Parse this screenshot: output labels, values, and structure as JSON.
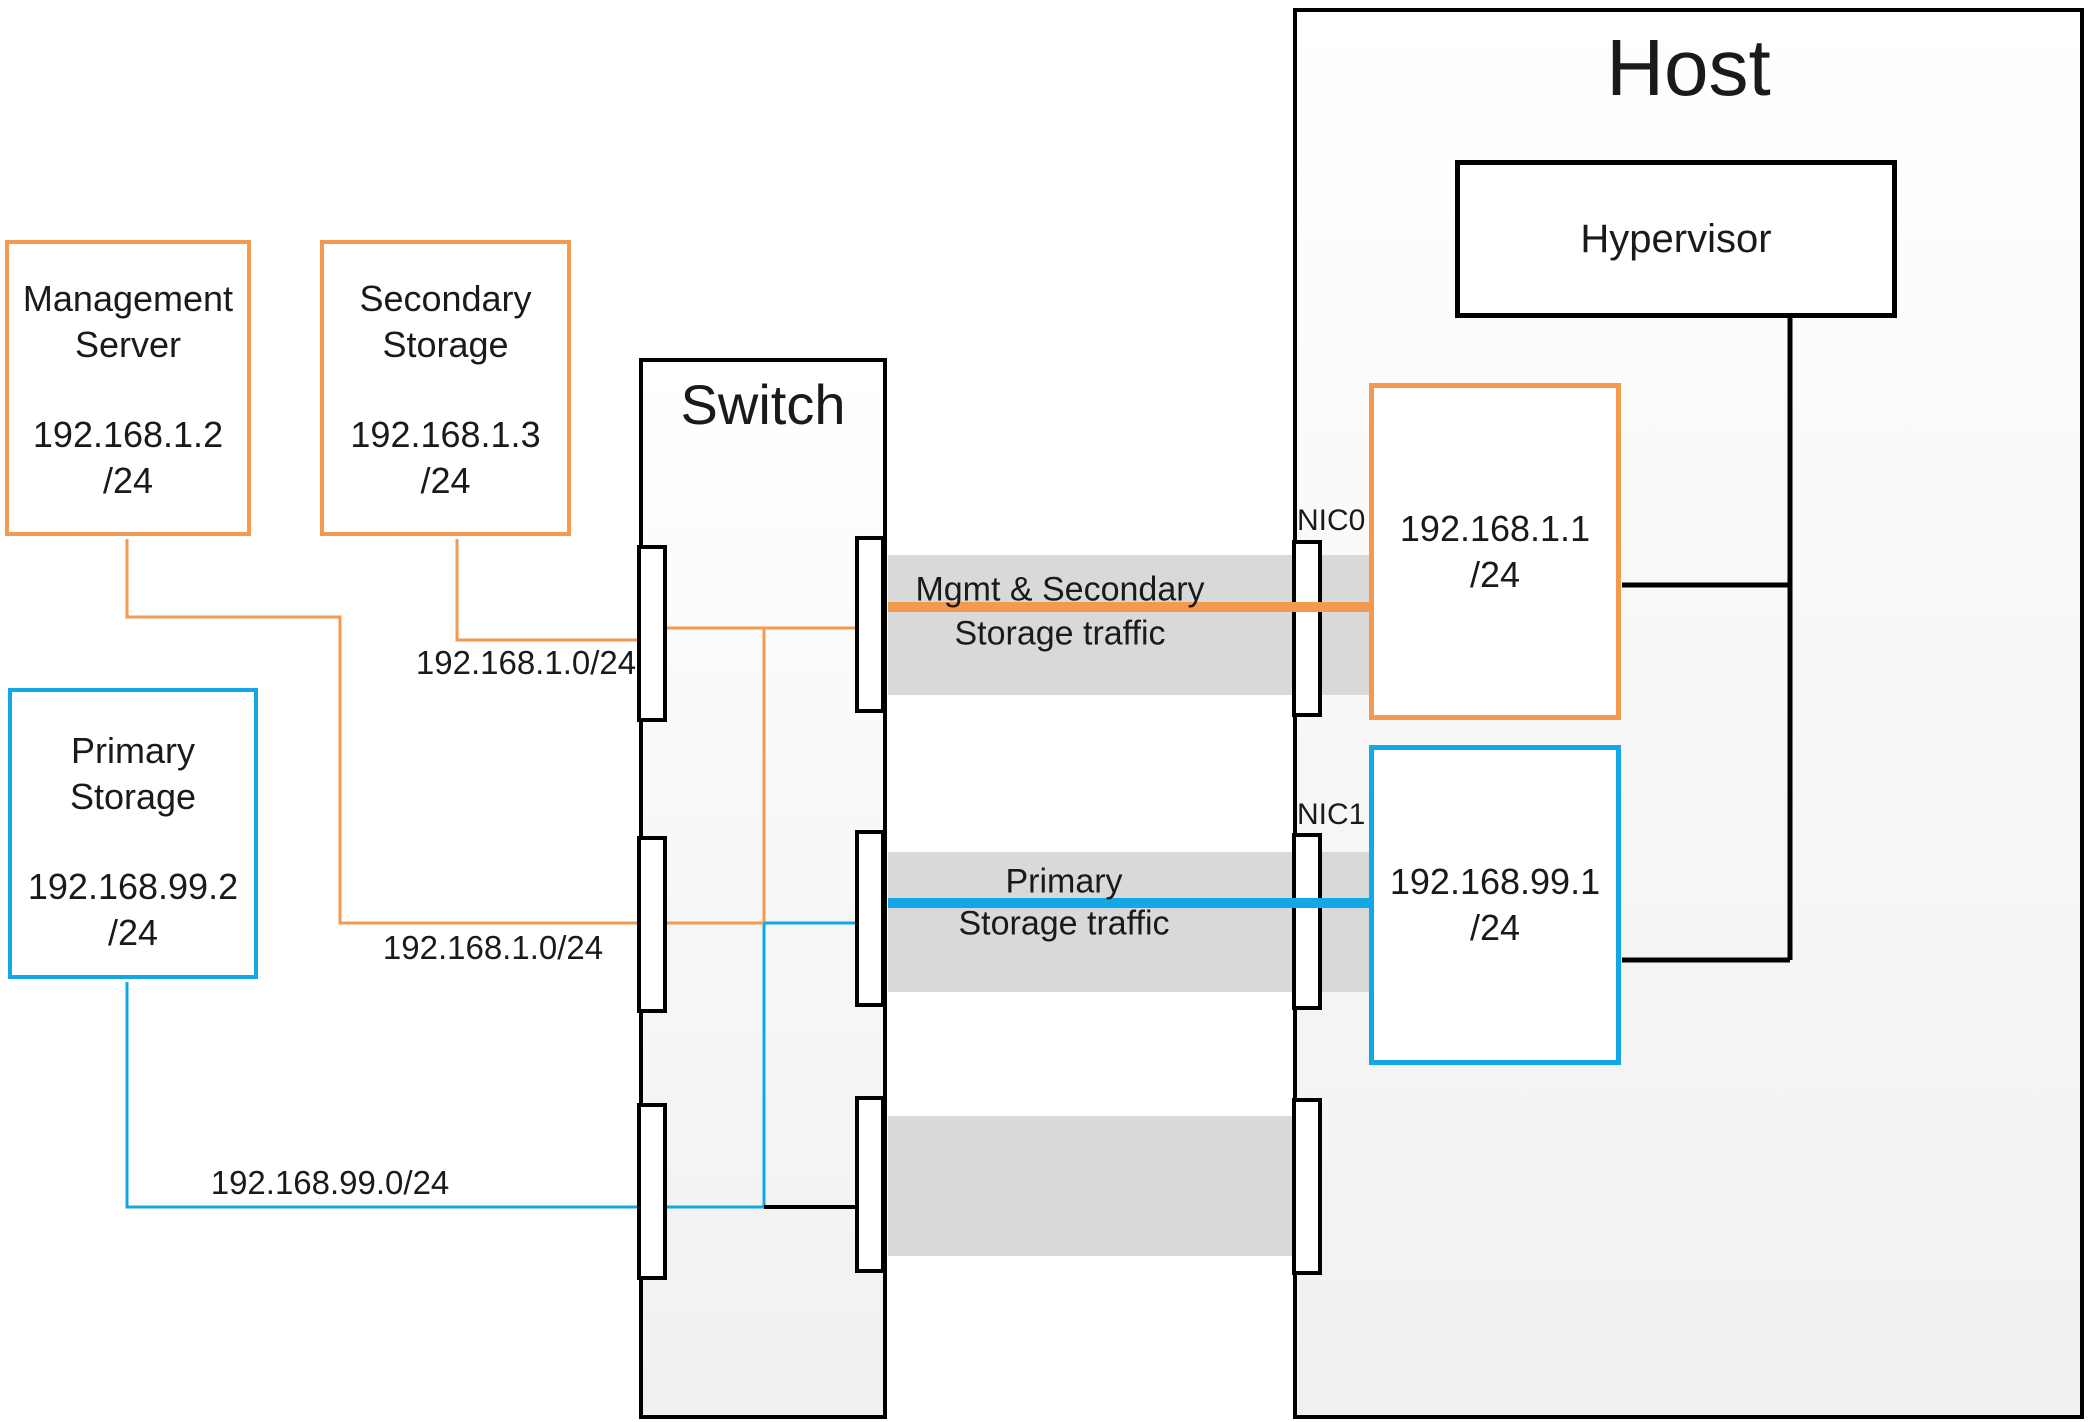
{
  "host": {
    "title": "Host"
  },
  "switch": {
    "title": "Switch"
  },
  "hypervisor": {
    "title": "Hypervisor"
  },
  "management_server": {
    "line1": "Management",
    "line2": "Server",
    "ip": "192.168.1.2",
    "mask": "/24"
  },
  "secondary_storage": {
    "line1": "Secondary",
    "line2": "Storage",
    "ip": "192.168.1.3",
    "mask": "/24"
  },
  "primary_storage": {
    "line1": "Primary",
    "line2": "Storage",
    "ip": "192.168.99.2",
    "mask": "/24"
  },
  "nic0": {
    "label": "NIC0",
    "ip": "192.168.1.1",
    "mask": "/24"
  },
  "nic1": {
    "label": "NIC1",
    "ip": "192.168.99.1",
    "mask": "/24"
  },
  "network_labels": {
    "subnet1": "192.168.1.0/24",
    "subnet2": "192.168.1.0/24",
    "subnet99": "192.168.99.0/24"
  },
  "traffic_labels": {
    "mgmt_line1": "Mgmt & Secondary",
    "mgmt_line2": "Storage traffic",
    "primary_line1": "Primary",
    "primary_line2": "Storage traffic"
  },
  "colors": {
    "orange": "#f29a51",
    "blue": "#14a7e6",
    "band_gray": "#d9d9d9",
    "line_black": "#000000"
  }
}
